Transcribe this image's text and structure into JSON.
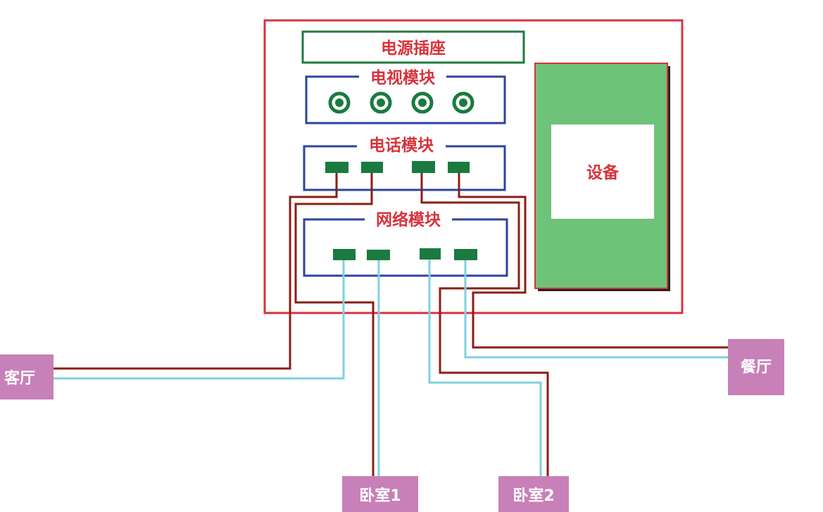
{
  "colors": {
    "outer_border": "#d8323c",
    "power_border": "#1f7a3c",
    "module_border": "#2c43a0",
    "module_label": "#d8323c",
    "port_fill": "#1a7a40",
    "device_fill": "#6fc27a",
    "device_inner": "#ffffff",
    "room_fill": "#c880b8",
    "room_text": "#ffffff",
    "phone_wire": "#8b1e14",
    "network_wire": "#7fd0e0"
  },
  "panel": {
    "power_socket": "电源插座",
    "tv_module": "电视模块",
    "phone_module": "电话模块",
    "network_module": "网络模块",
    "device": "设备"
  },
  "rooms": {
    "living_room": "客厅",
    "dining_room": "餐厅",
    "bedroom_1": "卧室1",
    "bedroom_2": "卧室2"
  }
}
